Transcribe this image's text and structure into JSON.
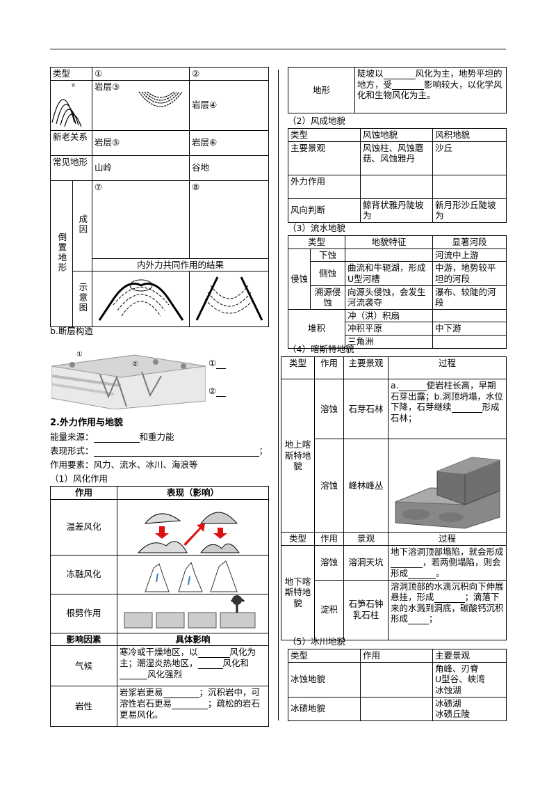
{
  "fold_table": {
    "header": {
      "type": "类型",
      "c1": "①",
      "c2": "②"
    },
    "row_layers": {
      "c1": "岩层③",
      "c2": "岩层④"
    },
    "row_age": {
      "label": "新老关系",
      "c1": "岩层⑤",
      "c2": "岩层⑥"
    },
    "row_landform": {
      "label": "常见地形",
      "c1": "山岭",
      "c2": "谷地"
    },
    "inverted": {
      "label": "倒置地形",
      "cause": "成因",
      "c1": "⑦",
      "c2": "⑧",
      "result": "内外力共同作用的结果",
      "diagram": "示意图"
    }
  },
  "fault": {
    "title": "b.断层构造",
    "label1": "①",
    "label2": "②",
    "mark1": "①",
    "mark2": "②"
  },
  "external": {
    "title": "2.外力作用与地貌",
    "energy_pre": "能量来源：",
    "energy_post": "和重力能",
    "form": "表现形式：",
    "form_end": "；",
    "factors": "作用要素：风力、流水、冰川、海浪等",
    "weathering_title": "（1）风化作用"
  },
  "weathering": {
    "h1": "作用",
    "h2": "表现（影响）",
    "rows": [
      "温差风化",
      "冻融风化",
      "根劈作用"
    ],
    "fh1": "影响因素",
    "fh2": "具体影响",
    "climate": {
      "label": "气候",
      "t1": "寒冷或干燥地区，以",
      "t2": "风化为主；潮湿炎热地区，",
      "t3": "风化和",
      "t4": "风化强烈"
    },
    "rock": {
      "label": "岩性",
      "t1": "岩浆岩更易",
      "t2": "；沉积岩中，可溶性岩石更易",
      "t3": "；疏松的岩石更易风化。"
    }
  },
  "right_top": {
    "label": "地形",
    "t1": "陡坡以",
    "t2": "风化为主，地势平坦的地方，受",
    "t3": "影响较大，以化学风化和生物风化为主。"
  },
  "aeolian": {
    "title": "（2）风成地貌",
    "h": [
      "类型",
      "风蚀地貌",
      "风积地貌"
    ],
    "r1": {
      "label": "主要景观",
      "c1": "风蚀柱、风蚀蘑菇、风蚀雅丹",
      "c2": "沙丘"
    },
    "r2": {
      "label": "外力作用",
      "c1": "",
      "c2": ""
    },
    "r3": {
      "label": "风向判断",
      "c1": "鲸背状雅丹陡坡为",
      "c2": "新月形沙丘陡坡为"
    }
  },
  "fluvial": {
    "title": "（3）流水地貌",
    "h": [
      "类型",
      "地貌特征",
      "显著河段"
    ],
    "erosion": "侵蚀",
    "down": {
      "label": "下蚀",
      "c1": "",
      "c2": "河流中上游"
    },
    "side": {
      "label": "侧蚀",
      "c1": "曲流和牛轭湖，形成U型河槽",
      "c2": "中游，地势较平坦的河段"
    },
    "head": {
      "label": "溯源侵蚀",
      "c1": "向源头侵蚀，会发生河流袭夺",
      "c2": "瀑布、较陡的河段"
    },
    "deposit": "堆积",
    "d1": "冲（洪）积扇",
    "d2": "冲积平原",
    "d2r": "中下游",
    "d3": "三角洲"
  },
  "karst": {
    "title": "（4）喀斯特地貌",
    "h": [
      "类型",
      "作用",
      "主要景观",
      "过程"
    ],
    "surface": "地上喀斯特地貌",
    "s1": {
      "action": "溶蚀",
      "view": "石芽石林",
      "a": "a.",
      "p1": "使岩柱长高，早期石芽出露；",
      "p2": "b.洞顶坍塌，水位下降，石芽继续",
      "p3": "形成石林；"
    },
    "s2": {
      "action": "溶蚀",
      "view": "峰林峰丛"
    },
    "h2": [
      "类型",
      "作用",
      "景观",
      "过程"
    ],
    "under": "地下喀斯特地貌",
    "u1": {
      "action": "溶蚀",
      "view": "溶洞天坑",
      "p1": "地下溶洞顶部塌陷，就会形成",
      "p2": "，若两侧塌陷，则会形成",
      "p3": "。"
    },
    "u2": {
      "action": "淀积",
      "view": "石笋石钟乳石柱",
      "p1": "溶洞顶部的水滴沉积向下伸展悬挂，形成",
      "p2": "；滴落下来的水溅到洞底，碳酸钙沉积形成",
      "p3": "；"
    }
  },
  "glacier": {
    "title": "（5）冰川地貌",
    "h": [
      "类型",
      "作用",
      "主要景观"
    ],
    "r1": {
      "label": "冰蚀地貌",
      "v1": "角峰、刃脊",
      "v2": "U型谷、峡湾",
      "v3": "冰蚀湖"
    },
    "r2": {
      "label": "冰碛地貌",
      "v1": "冰碛湖",
      "v2": "冰碛丘陵"
    }
  }
}
